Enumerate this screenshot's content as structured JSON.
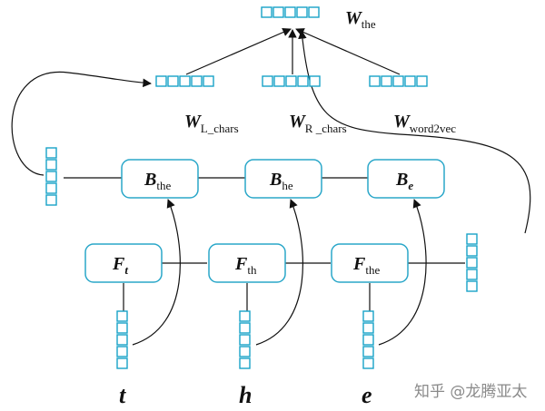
{
  "characters": {
    "c1": "t",
    "c2": "h",
    "c3": "e"
  },
  "forward_nodes": [
    {
      "main": "F",
      "sub": "t",
      "sub_italic": true
    },
    {
      "main": "F",
      "sub": "th",
      "sub_italic": false
    },
    {
      "main": "F",
      "sub": "the",
      "sub_italic": false
    }
  ],
  "backward_nodes": [
    {
      "main": "B",
      "sub": "the",
      "sub_italic": false
    },
    {
      "main": "B",
      "sub": "he",
      "sub_italic": false
    },
    {
      "main": "B",
      "sub": "e",
      "sub_italic": true
    }
  ],
  "weights": {
    "top": {
      "main": "W",
      "sub": "the"
    },
    "left": {
      "main": "W",
      "sub": "L_chars"
    },
    "right": {
      "main": "W",
      "sub": "R _chars"
    },
    "word2vec": {
      "main": "W",
      "sub": "word2vec"
    }
  },
  "watermark": "知乎 @龙腾亚太",
  "colors": {
    "box_stroke": "#2aa7c9",
    "cell_stroke": "#18a3c8",
    "edge": "#111111"
  }
}
